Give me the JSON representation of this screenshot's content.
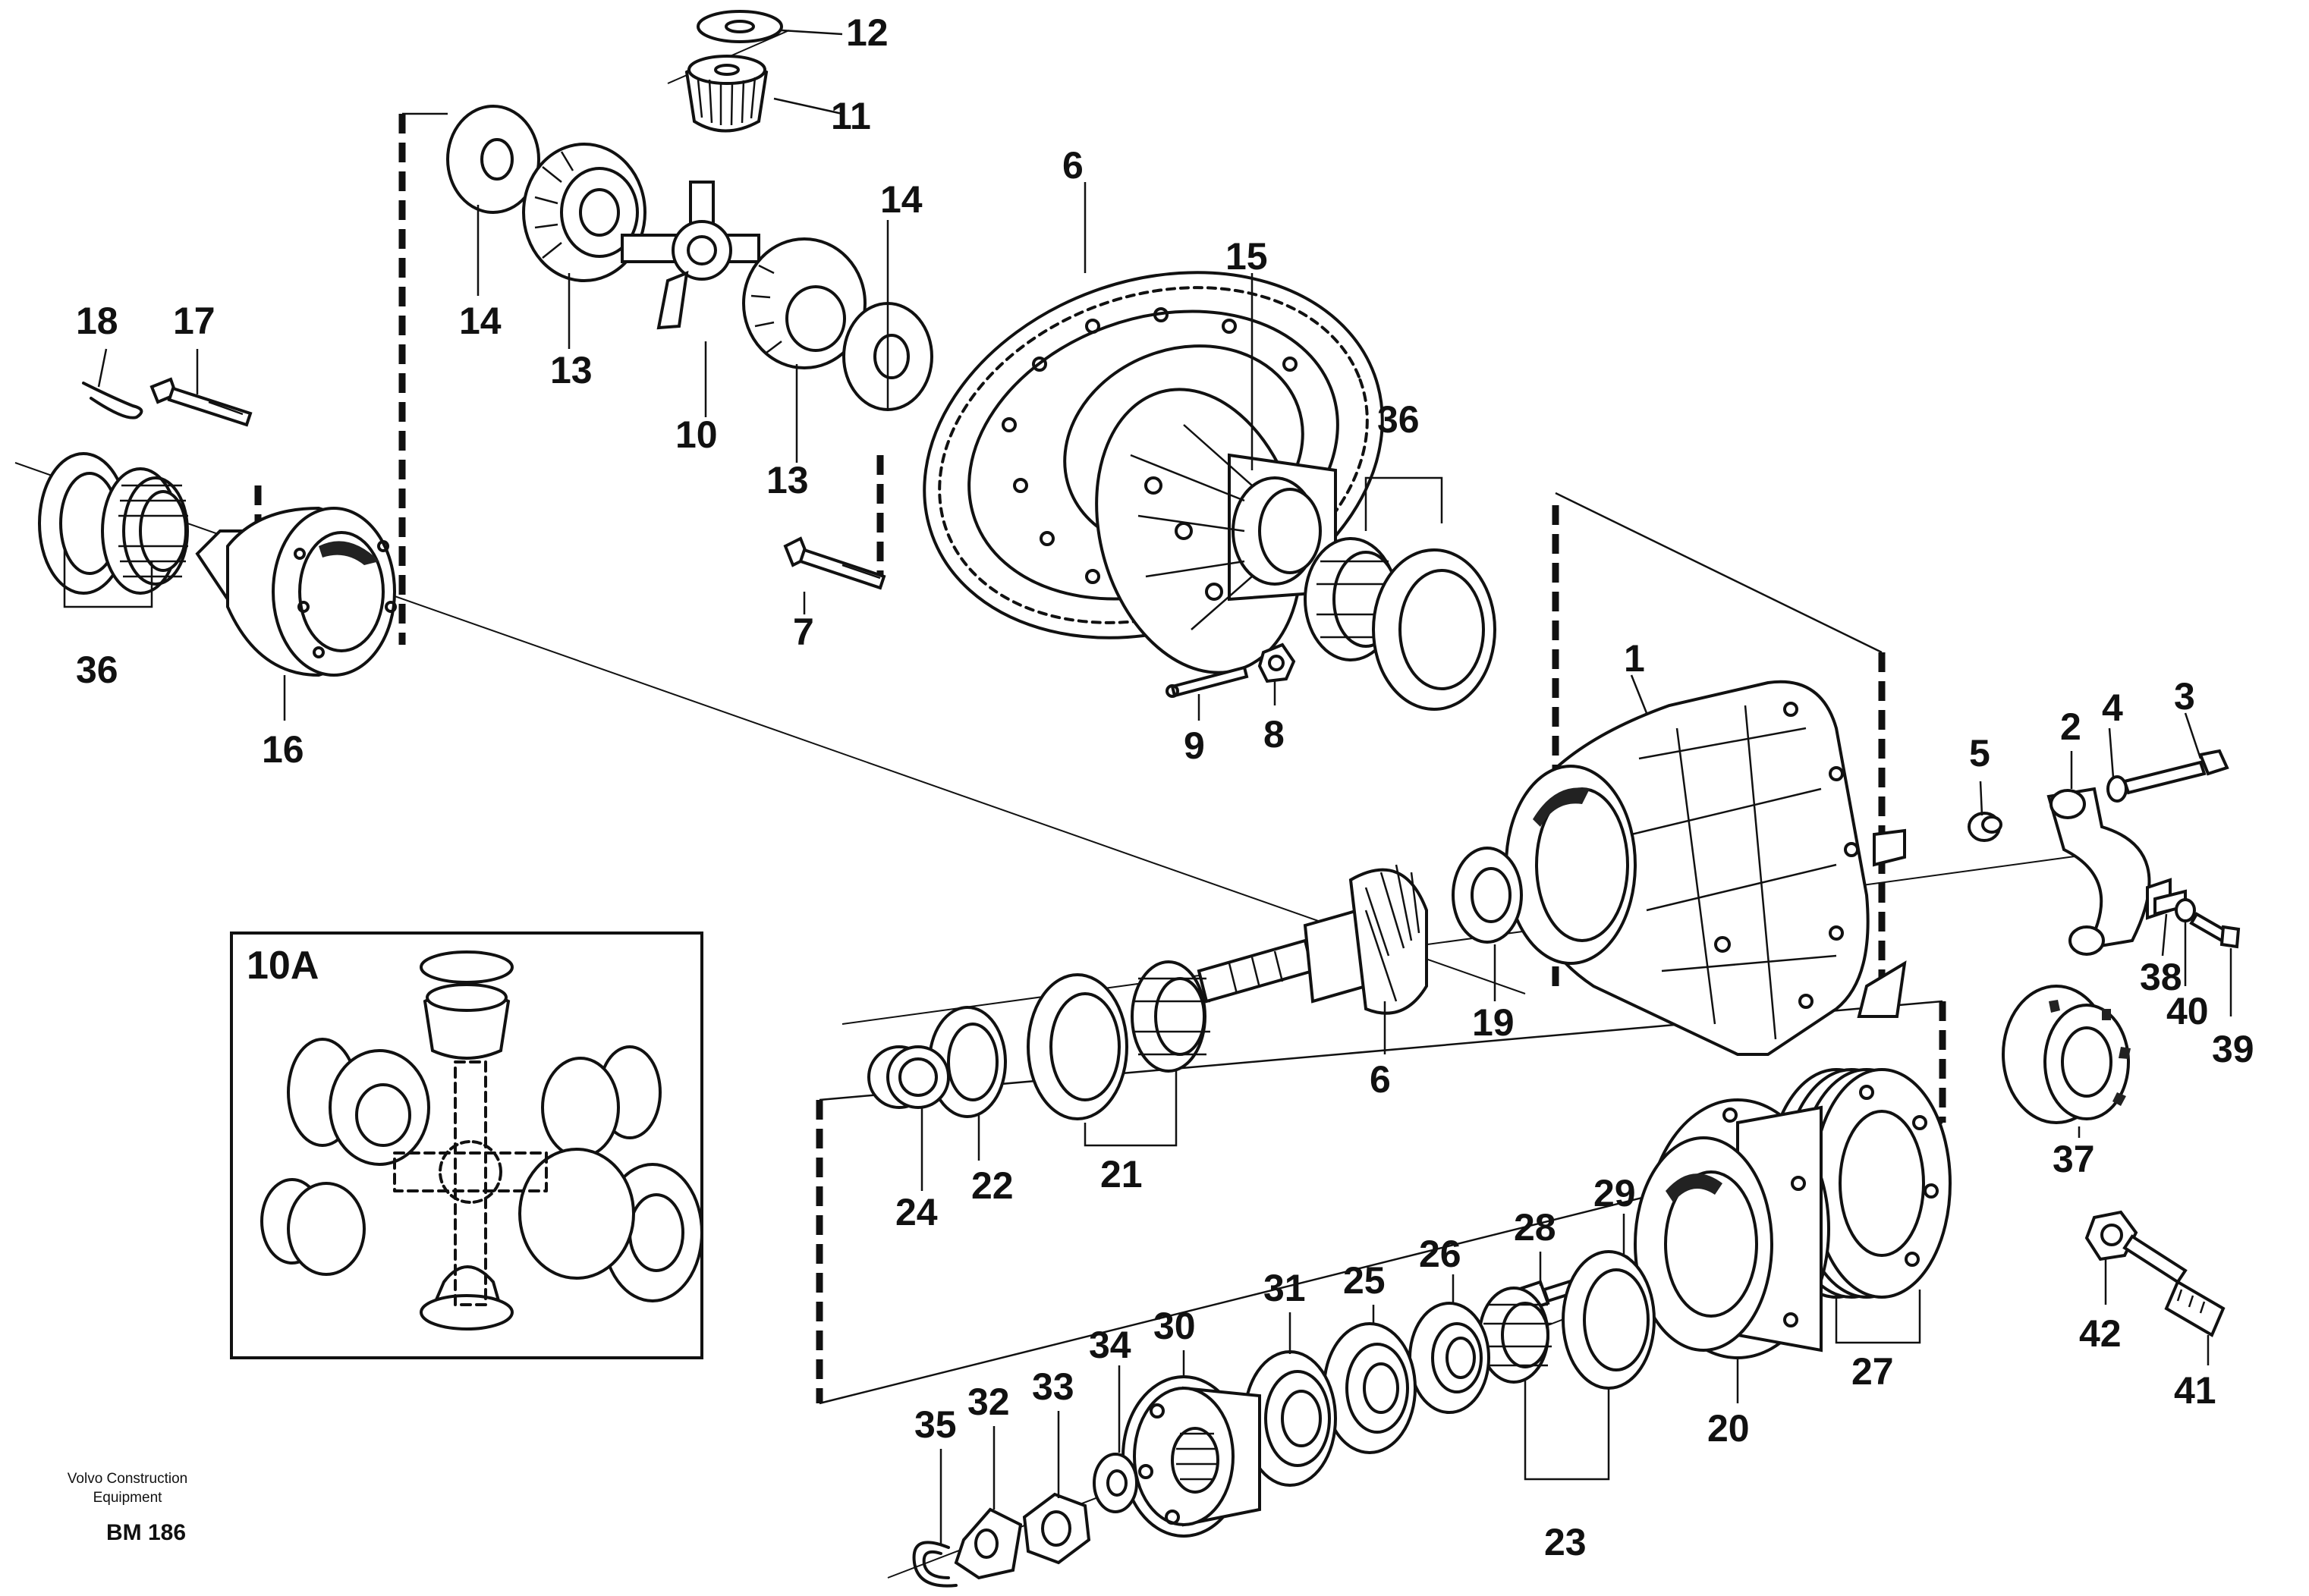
{
  "title": "",
  "inset": {
    "title": "10A"
  },
  "footer": {
    "company_line1": "Volvo Construction",
    "company_line2": "Equipment",
    "code": "BM 186"
  },
  "callouts": {
    "c1": "1",
    "c2": "2",
    "c3": "3",
    "c4": "4",
    "c5": "5",
    "c6a": "6",
    "c6b": "6",
    "c7": "7",
    "c8": "8",
    "c9": "9",
    "c10": "10",
    "c11": "11",
    "c12": "12",
    "c13a": "13",
    "c13b": "13",
    "c14a": "14",
    "c14b": "14",
    "c15": "15",
    "c16": "16",
    "c17": "17",
    "c18": "18",
    "c19": "19",
    "c20": "20",
    "c21": "21",
    "c22": "22",
    "c23": "23",
    "c24": "24",
    "c25": "25",
    "c26": "26",
    "c27": "27",
    "c28": "28",
    "c29": "29",
    "c30": "30",
    "c31": "31",
    "c32": "32",
    "c33": "33",
    "c34": "34",
    "c35": "35",
    "c36a": "36",
    "c36b": "36",
    "c37": "37",
    "c38": "38",
    "c39": "39",
    "c40": "40",
    "c41": "41",
    "c42": "42"
  }
}
